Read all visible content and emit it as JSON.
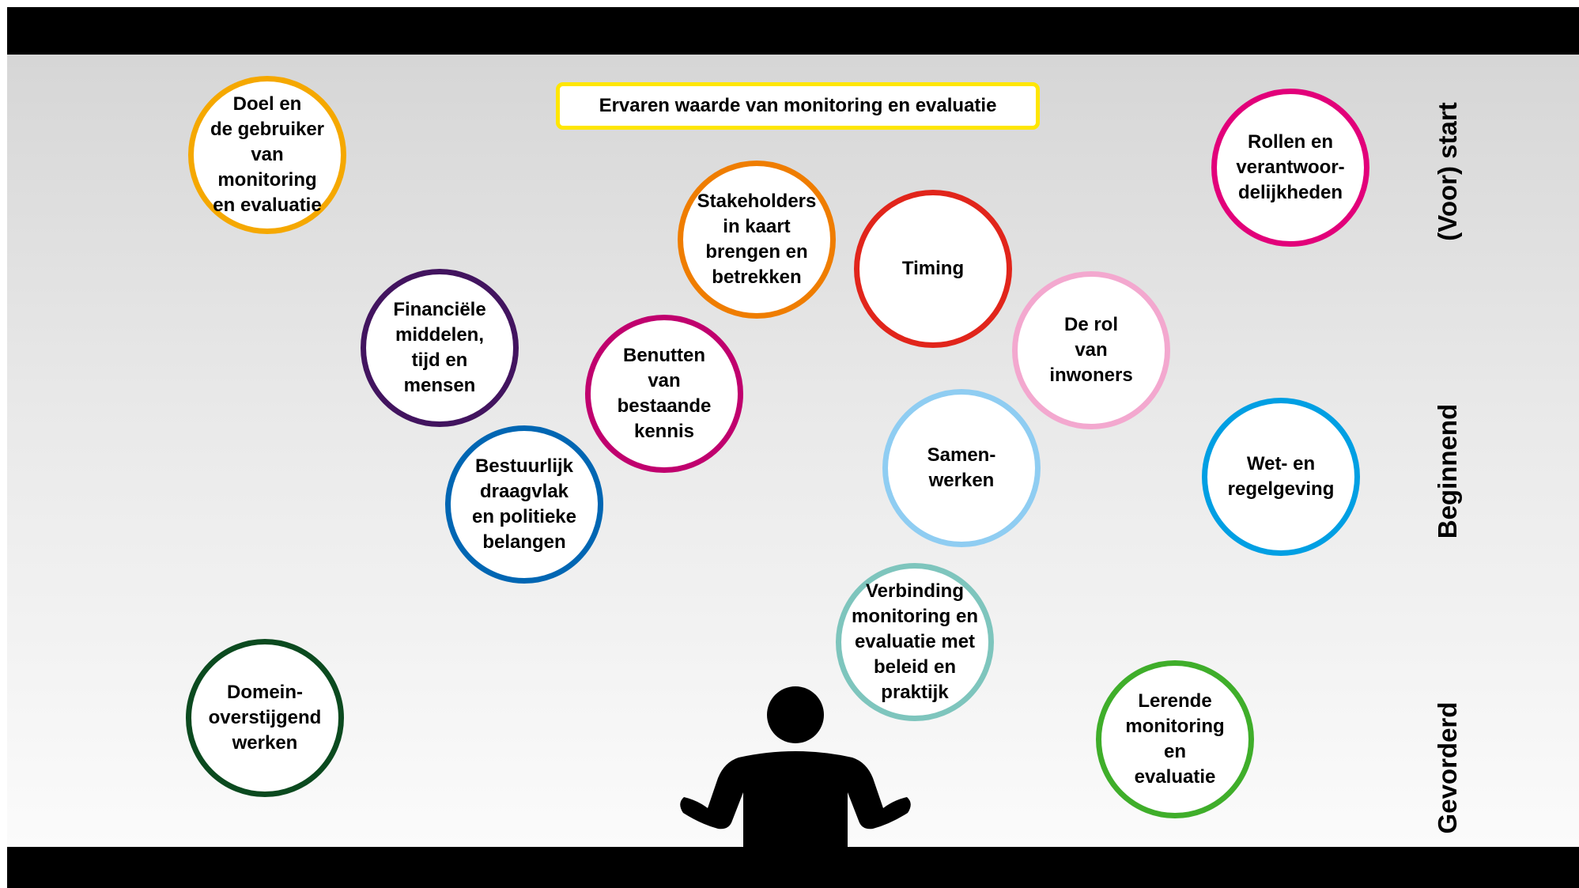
{
  "title": "Ervaren waarde van monitoring en evaluatie",
  "stages": [
    "(Voor) start",
    "Beginnend",
    "Gevorderd"
  ],
  "bubbles": [
    {
      "id": "doel",
      "label": "Doel en\nde gebruiker\nvan monitoring\nen evaluatie",
      "color": "#f5a800"
    },
    {
      "id": "rollen",
      "label": "Rollen en\nverantwoor-\ndelijkheden",
      "color": "#e2007a"
    },
    {
      "id": "stakeholders",
      "label": "Stakeholders\nin kaart\nbrengen en\nbetrekken",
      "color": "#ef7d00"
    },
    {
      "id": "timing",
      "label": "Timing",
      "color": "#e1251b"
    },
    {
      "id": "financien",
      "label": "Financiële\nmiddelen,\ntijd en\nmensen",
      "color": "#42145f"
    },
    {
      "id": "benutten",
      "label": "Benutten\nvan\nbestaande\nkennis",
      "color": "#c0006e"
    },
    {
      "id": "rol-inwoners",
      "label": "De rol\nvan\ninwoners",
      "color": "#f3a8cf"
    },
    {
      "id": "bestuurlijk",
      "label": "Bestuurlijk\ndraagvlak\nen politieke\nbelangen",
      "color": "#0066b3"
    },
    {
      "id": "samenwerken",
      "label": "Samen-\nwerken",
      "color": "#8fcdf2"
    },
    {
      "id": "wet",
      "label": "Wet- en\nregelgeving",
      "color": "#009fe3"
    },
    {
      "id": "verbinding",
      "label": "Verbinding\nmonitoring en\nevaluatie met\nbeleid en\npraktijk",
      "color": "#7ec5bd"
    },
    {
      "id": "domein",
      "label": "Domein-\noverstijgend\nwerken",
      "color": "#0b4a1f"
    },
    {
      "id": "lerende",
      "label": "Lerende\nmonitoring\nen\nevaluatie",
      "color": "#3fae2a"
    }
  ]
}
